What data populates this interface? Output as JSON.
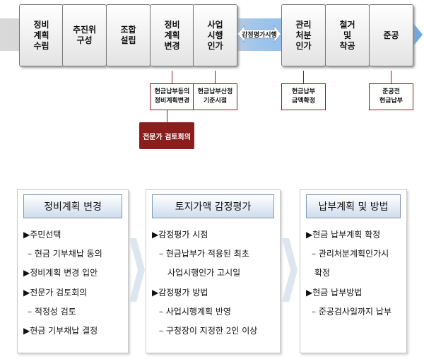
{
  "flow": {
    "steps": [
      {
        "label": "정비\n계획\n수립"
      },
      {
        "label": "추진위\n구성"
      },
      {
        "label": "조합\n설립"
      },
      {
        "label": "정비\n계획\n변경"
      },
      {
        "label": "사업\n시행\n인가"
      },
      {
        "label": "관리\n처분\n인가"
      },
      {
        "label": "철거\n및\n착공"
      },
      {
        "label": "준공"
      }
    ],
    "appraisal_arrow_label": "감정평가시행",
    "notes": [
      {
        "text": "현금납부동의\n정비계획변경"
      },
      {
        "text": "현금납부산정\n기준시점"
      },
      {
        "text": "현금납부\n금액확정"
      },
      {
        "text": "준공전\n현금납부"
      }
    ],
    "expert_box": "전문가 검토회의"
  },
  "panels": [
    {
      "title": "정비계획 변경",
      "lines": [
        {
          "text": "▶주민선택",
          "sub": false
        },
        {
          "text": "– 현금 기부채납 동의",
          "sub": true
        },
        {
          "text": "▶정비계획 변경 입안",
          "sub": false
        },
        {
          "text": "▶전문가 검토회의",
          "sub": false
        },
        {
          "text": "– 적정성 검토",
          "sub": true
        },
        {
          "text": "▶현금 기부채납 결정",
          "sub": false
        }
      ]
    },
    {
      "title": "토지가액 감정평가",
      "lines": [
        {
          "text": "▶감정평가 시점",
          "sub": false
        },
        {
          "text": "– 현금납부가 적용된 최초",
          "sub": true
        },
        {
          "text": "사업시행인가 고시일",
          "sub": true
        },
        {
          "text": "▶감정평가 방법",
          "sub": false
        },
        {
          "text": "– 사업시행계획 반영",
          "sub": true
        },
        {
          "text": "– 구청장이 지정한 2인 이상",
          "sub": true
        }
      ]
    },
    {
      "title": "납부계획 및 방법",
      "lines": [
        {
          "text": "▶현금 납부계획 확정",
          "sub": false
        },
        {
          "text": "– 관리처분계획인가시",
          "sub": true
        },
        {
          "text": "확정",
          "sub": true
        },
        {
          "text": "▶현금 납부방법",
          "sub": false
        },
        {
          "text": "– 준공검사일까지 납부",
          "sub": true
        }
      ]
    }
  ],
  "colors": {
    "note_border": "#8a1c1c",
    "expert_fill": "#8b1d1d",
    "band_gray": "#d4d4d4",
    "band_blue": "#7db3e8",
    "panel_header_border": "#7e98b8"
  }
}
